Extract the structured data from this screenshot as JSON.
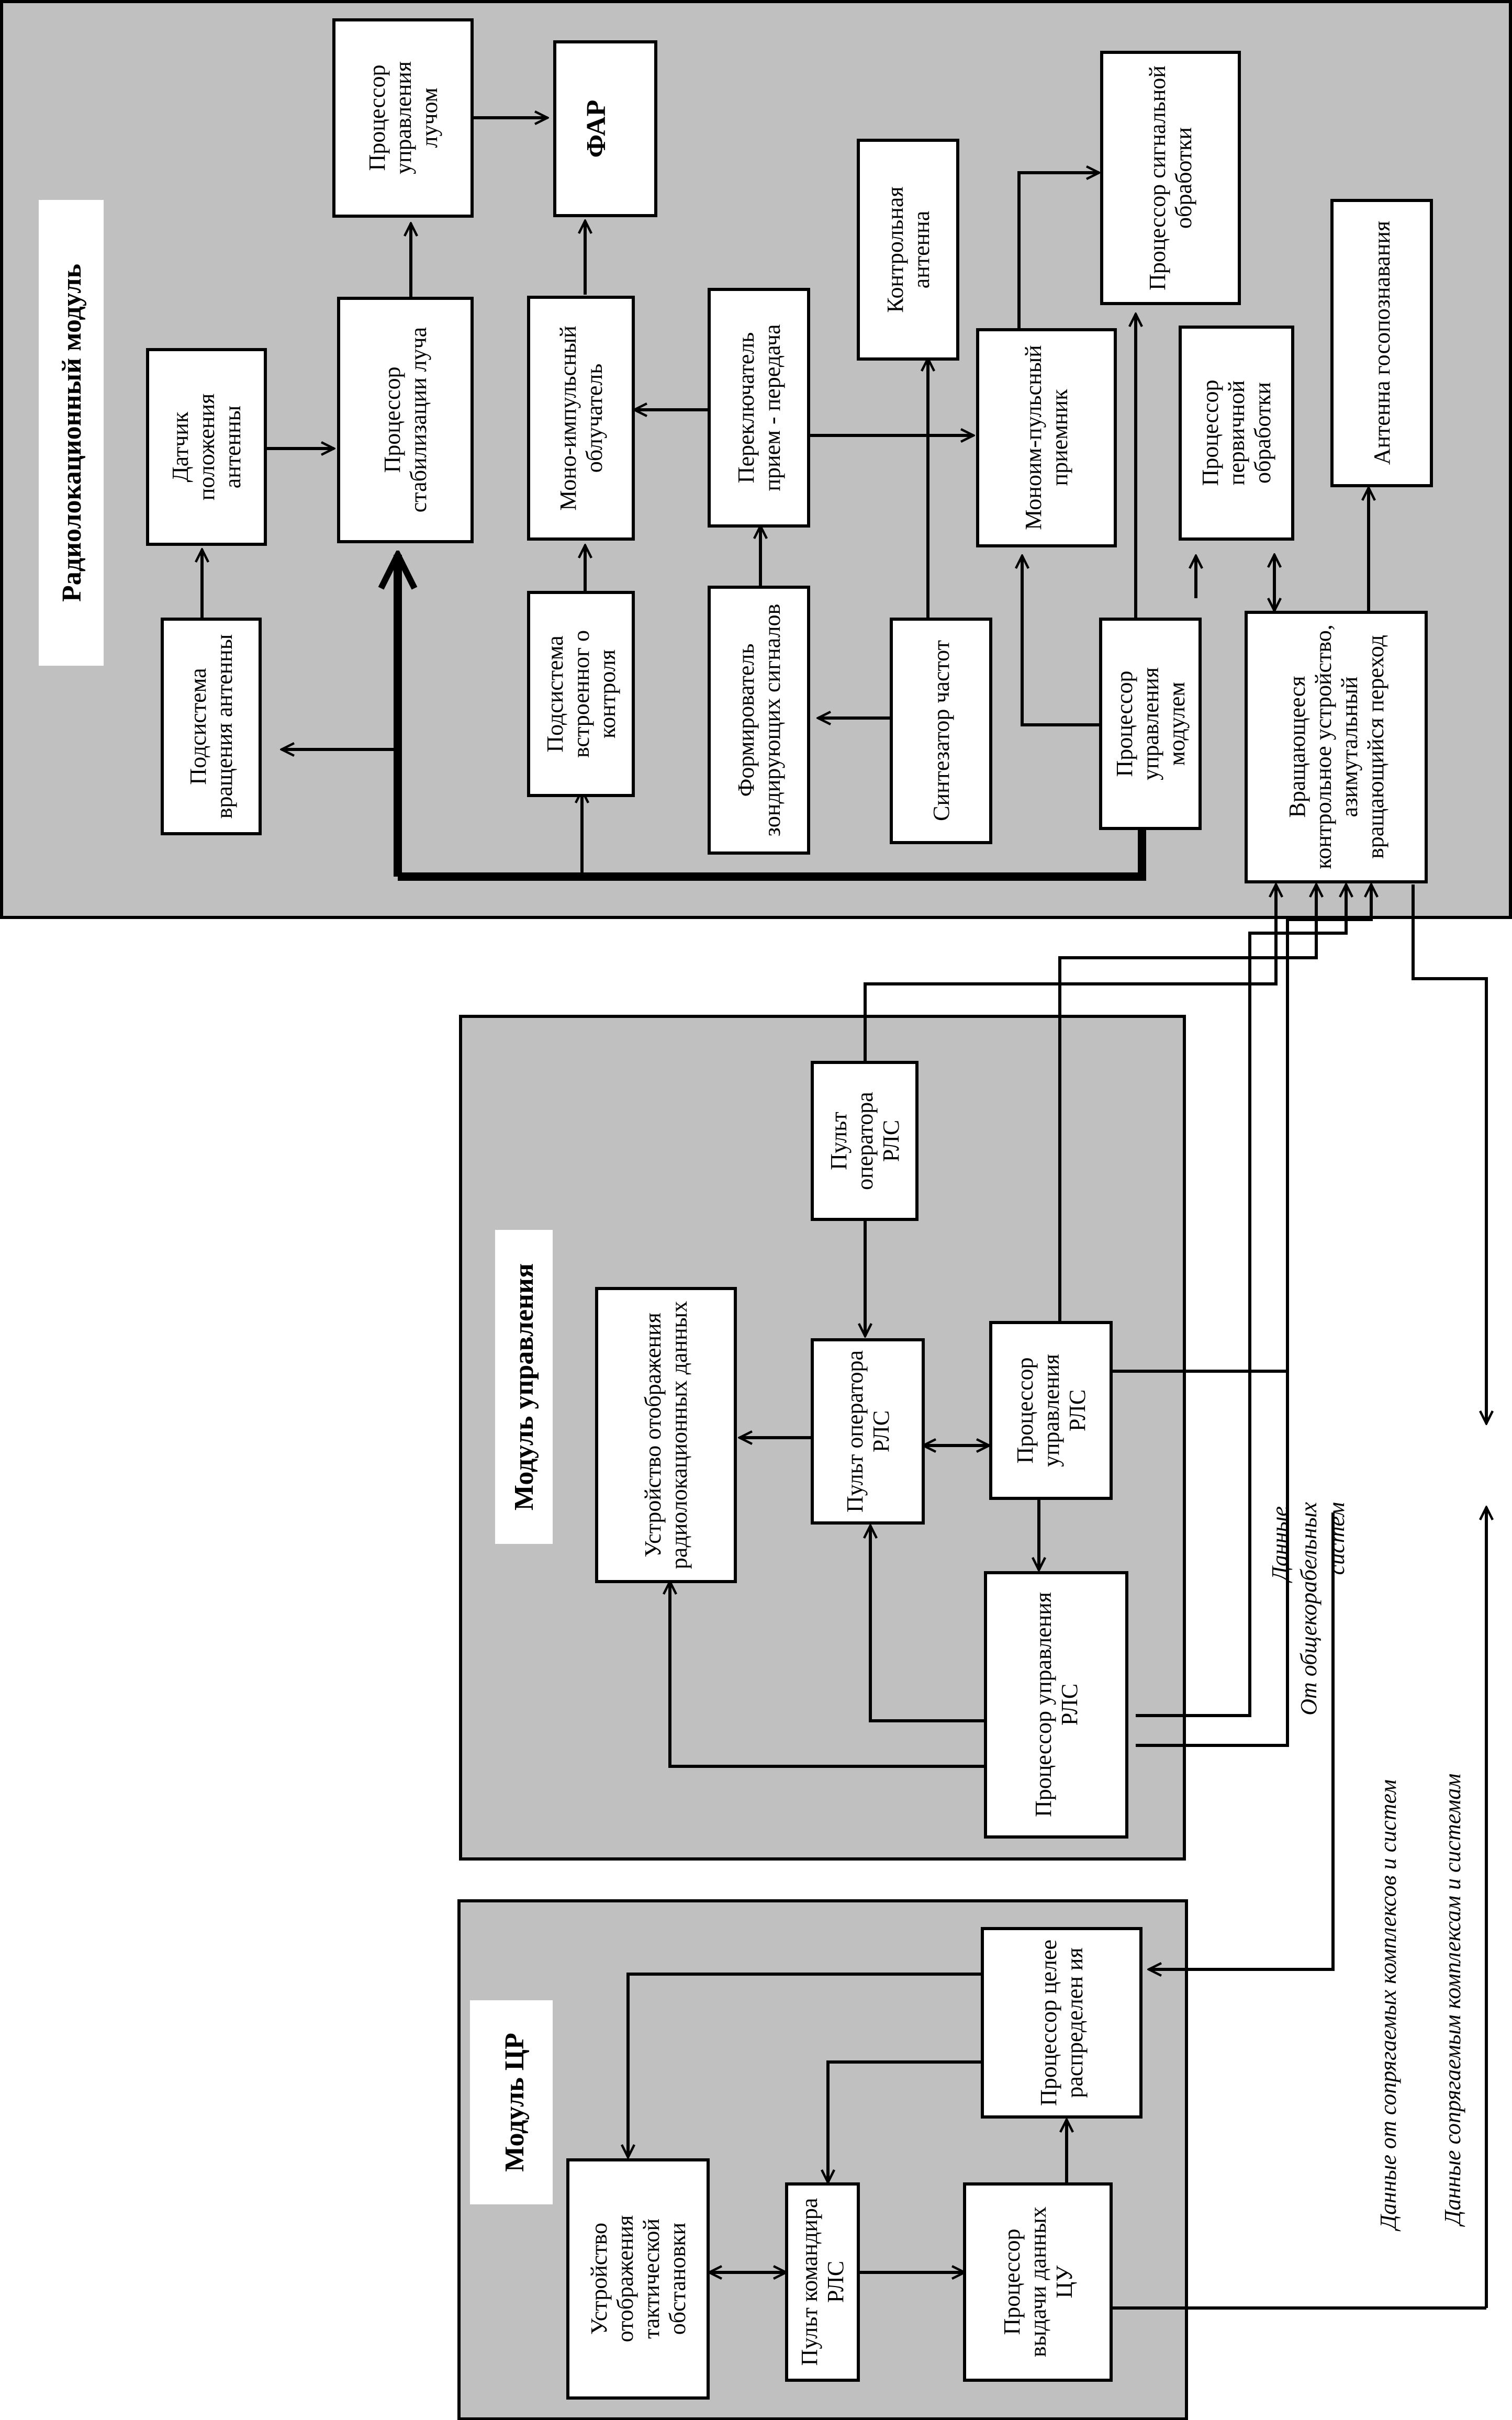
{
  "modules": {
    "radar": "Радиолокационный модуль",
    "control": "Модуль управления",
    "cr": "Модуль ЦР"
  },
  "blocks": {
    "antenna_rotation": "Подсистема вращения антенны",
    "antenna_position_sensor": "Датчик положения антенны",
    "beam_stabilization": "Процессор стабилизации луча",
    "beam_control": "Процессор управления лучом",
    "phased_array": "ФАР",
    "bit_subsystem": "Подсистема встроенног о контроля",
    "monopulse_feed": "Моно-импульсный облучатель",
    "probe_generator": "Формирователь зондирующих сигналов",
    "tr_switch": "Переключатель прием - передача",
    "frequency_synth": "Синтезатор частот",
    "control_antenna": "Контрольная антенна",
    "monopulse_receiver": "Моноим-пульсный приемник",
    "module_control": "Процессор управления модулем",
    "signal_processor": "Процессор сигнальной обработки",
    "primary_processor": "Процессор первичной обработки",
    "iff_antenna": "Антенна госопознавания",
    "rotary_joint": "Вращающееся контрольное устройство, азимутальный вращающийся переход",
    "radar_display": "Устройство отображения радиолокационных данных",
    "operator_console_top": "Пульт оператора РЛС",
    "operator_console_mid": "Пульт оператора РЛС",
    "radar_processor_top": "Процессор управления РЛС",
    "radar_processor_bottom": "Процессор управления РЛС",
    "tactical_display": "Устройство отображения тактической обстановки",
    "commander_console": "Пульт командира РЛС",
    "cu_output_processor": "Процессор выдачи данных ЦУ",
    "target_distribution": "Процессор целее распределен ия"
  },
  "edge_labels": {
    "data": "Данные",
    "from_systems_1": "От общекорабельных",
    "from_systems_2": "систем",
    "from_complexes": "Данные от сопрягаемых комплексов и систем",
    "to_complexes": "Данные сопрягаемым комплексам и системам"
  }
}
